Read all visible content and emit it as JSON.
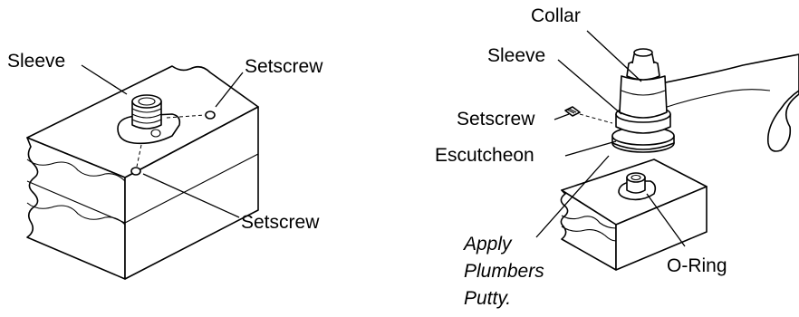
{
  "left_view": {
    "labels": {
      "sleeve": "Sleeve",
      "setscrew_top": "Setscrew",
      "setscrew_bottom": "Setscrew"
    }
  },
  "right_view": {
    "labels": {
      "collar": "Collar",
      "sleeve": "Sleeve",
      "setscrew": "Setscrew",
      "escutcheon": "Escutcheon",
      "putty_line1": "Apply",
      "putty_line2": "Plumbers",
      "putty_line3": "Putty.",
      "o_ring": "O-Ring"
    }
  }
}
